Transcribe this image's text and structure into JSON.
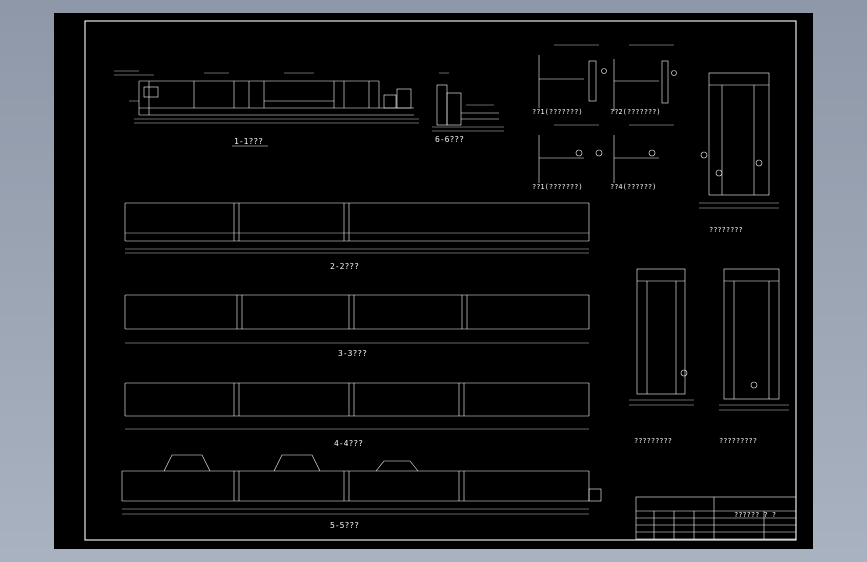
{
  "drawing": {
    "colors": {
      "background": "#000000",
      "line": "#ffffff",
      "frame_outer": "#000000"
    },
    "labels": {
      "s11": "1-1???",
      "s66": "6-6???",
      "s22": "2-2???",
      "s33": "3-3???",
      "s44": "4-4???",
      "s55": "5-5???",
      "d1": "??1(???????)",
      "d2": "??2(???????)",
      "d3": "??1(???????)",
      "d4": "??4(??????)",
      "v1": "????????",
      "v2": "?????????",
      "v3": "?????????"
    },
    "title_block": {
      "title": "?????? ? ?"
    }
  }
}
